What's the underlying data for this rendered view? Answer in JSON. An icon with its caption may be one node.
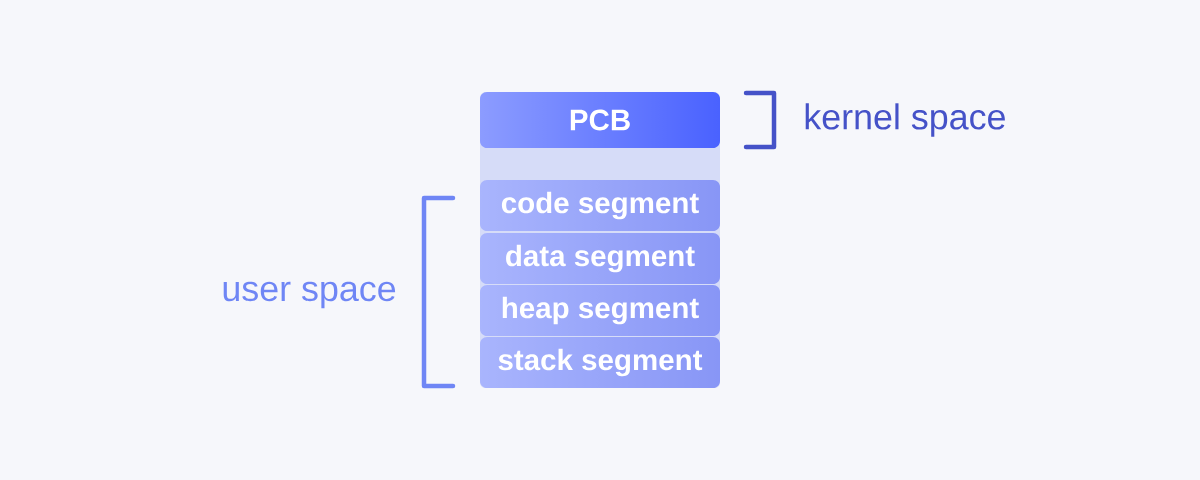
{
  "diagram": {
    "nodes": [
      {
        "text": [
          "PCB"
        ]
      },
      {
        "text": [
          "code segment"
        ]
      },
      {
        "text": [
          "data segment"
        ]
      },
      {
        "text": [
          "heap segment"
        ]
      },
      {
        "text": [
          "stack segment"
        ]
      }
    ],
    "labels": [
      "kernel space",
      "user space"
    ]
  }
}
